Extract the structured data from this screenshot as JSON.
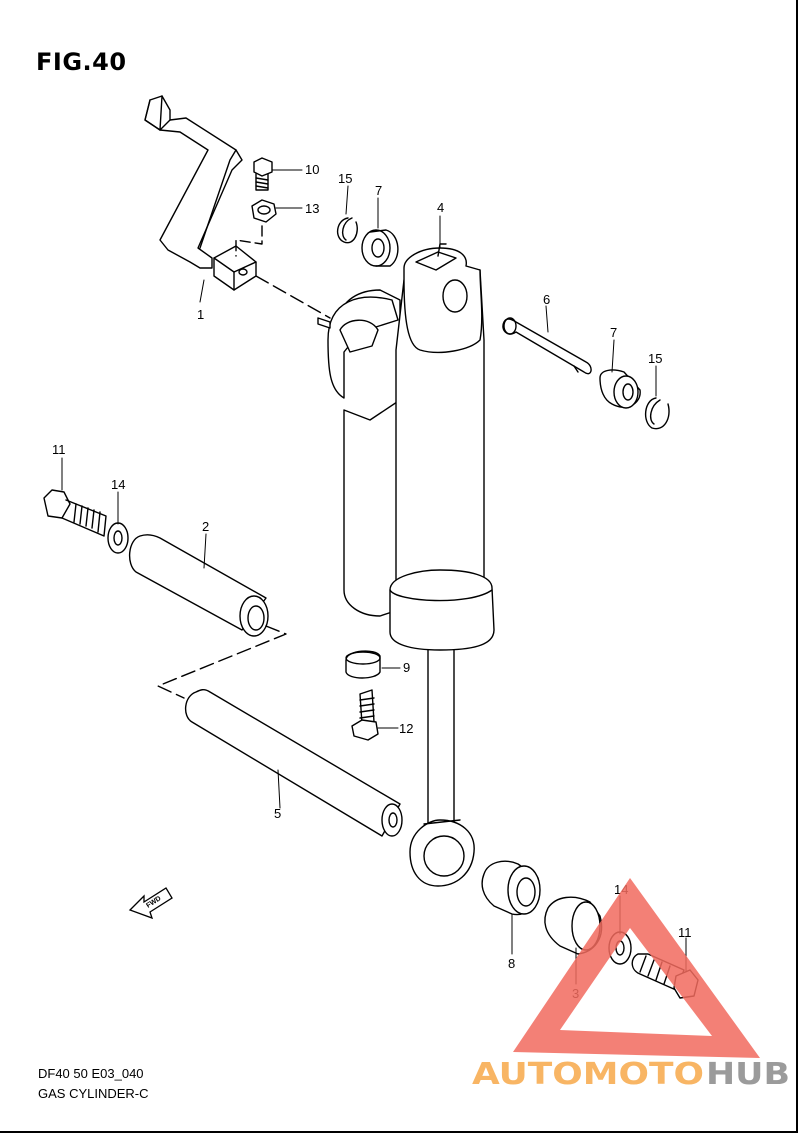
{
  "figure": {
    "title": "FIG.40",
    "code": "DF40 50 E03_040",
    "name": "GAS CYLINDER-C"
  },
  "callouts": [
    "1",
    "2",
    "3",
    "4",
    "5",
    "6",
    "7",
    "7",
    "8",
    "9",
    "10",
    "11",
    "11",
    "12",
    "13",
    "14",
    "14",
    "15",
    "15"
  ],
  "fwd_label": "FWD",
  "watermark": {
    "text_orange": "AUTOMOTO",
    "text_gray": "HUB",
    "color_orange": "#f7a94a",
    "color_gray": "#8a8a8a",
    "color_triangle": "#f26b5f"
  }
}
